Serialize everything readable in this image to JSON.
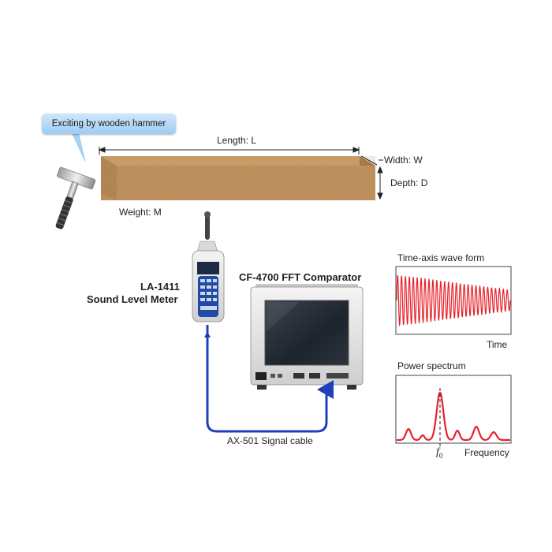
{
  "callout": {
    "text": "Exciting by wooden hammer"
  },
  "beam": {
    "length_label": "Length: L",
    "width_label": "Width: W",
    "depth_label": "Depth: D",
    "weight_label": "Weight: M"
  },
  "meter": {
    "model": "LA-1411",
    "name": "Sound Level Meter"
  },
  "comparator": {
    "title": "CF-4700 FFT Comparator"
  },
  "cable": {
    "label": "AX-501 Signal cable"
  },
  "waveform": {
    "title": "Time-axis wave form",
    "xlabel": "Time"
  },
  "spectrum": {
    "title": "Power spectrum",
    "xlabel": "Frequency",
    "peak_label": "f",
    "peak_sub": "0"
  },
  "colors": {
    "signal": "#e8202a",
    "cable": "#1f3fbf",
    "callout": "#a9d3f5",
    "wood": "#b98a55"
  }
}
